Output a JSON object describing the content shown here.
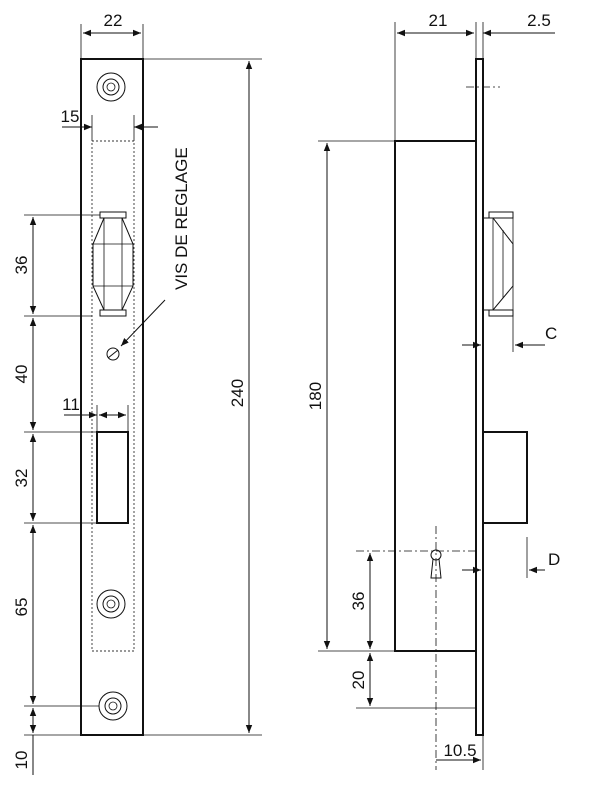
{
  "front_view": {
    "dim_width": "22",
    "dim_15": "15",
    "dim_11": "11",
    "dim_36": "36",
    "dim_40": "40",
    "dim_32": "32",
    "dim_65": "65",
    "dim_10": "10",
    "dim_240": "240",
    "annotation": "VIS DE REGLAGE"
  },
  "side_view": {
    "dim_21": "21",
    "dim_2_5": "2.5",
    "dim_180": "180",
    "dim_36": "36",
    "dim_20": "20",
    "dim_10_5": "10.5",
    "label_c": "C",
    "label_d": "D"
  }
}
